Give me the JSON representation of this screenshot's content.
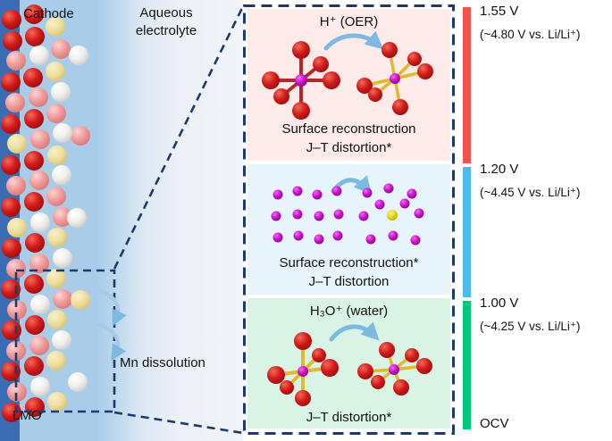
{
  "left": {
    "cathode": "Cathode",
    "lmo": "LMO"
  },
  "electrolyte": {
    "line1": "Aqueous",
    "line2": "electrolyte"
  },
  "dissolution": {
    "text": "Mn dissolution"
  },
  "panels": {
    "oer": {
      "title": "H⁺ (OER)",
      "caption1": "Surface reconstruction",
      "caption2": "J–T distortion*"
    },
    "recon": {
      "caption1": "Surface reconstruction*",
      "caption2": "J–T distortion"
    },
    "water": {
      "title": "H₃O⁺ (water)",
      "caption1": "J–T distortion*"
    }
  },
  "voltage_scale": {
    "levels": [
      {
        "voltage": "1.55 V",
        "vs_li": "(~4.80 V vs. Li/Li⁺)"
      },
      {
        "voltage": "1.20 V",
        "vs_li": "(~4.45 V vs. Li/Li⁺)"
      },
      {
        "voltage": "1.00 V",
        "vs_li": "(~4.25 V vs. Li/Li⁺)"
      },
      {
        "voltage": "OCV"
      }
    ],
    "segment_colors": [
      "#f4524d",
      "#4cbdeb",
      "#00c97e"
    ]
  },
  "colors": {
    "dashed_outline": "#1d3a6e",
    "cathode_strip": "#3a6cb4",
    "cathode_bg": "#a9cde9",
    "panel_oer_bg": "#fcebe9",
    "panel_recon_bg": "#e8f4fb",
    "panel_water_bg": "#d9f3e5",
    "sphere_red": "#d21a1a",
    "sphere_pink": "#f09a9a",
    "sphere_cream": "#efdf9e",
    "sphere_white": "#f0efec",
    "mn_magenta": "#c911c9",
    "dot_yellow": "#e8d41e",
    "bond_yellow": "#e0b92f",
    "bond_red": "#b02828",
    "arrow_blue": "#7db9e0"
  }
}
